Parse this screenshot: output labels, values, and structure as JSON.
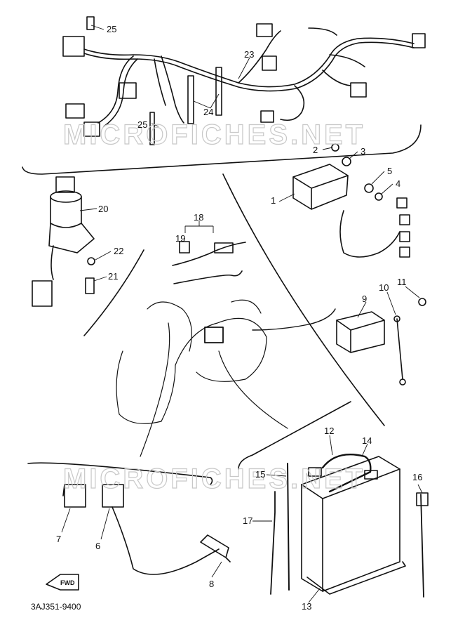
{
  "diagram": {
    "part_code": "3AJ351-9400",
    "watermark": "MICROFICHES.NET",
    "direction_arrow": "FWD",
    "callouts": [
      "1",
      "2",
      "3",
      "4",
      "5",
      "6",
      "7",
      "8",
      "9",
      "10",
      "11",
      "12",
      "13",
      "14",
      "15",
      "16",
      "17",
      "18",
      "19",
      "20",
      "21",
      "22",
      "23",
      "24",
      "25"
    ],
    "colors": {
      "ink": "#111111",
      "watermark": "#c8c8c8",
      "paper": "#ffffff"
    }
  }
}
